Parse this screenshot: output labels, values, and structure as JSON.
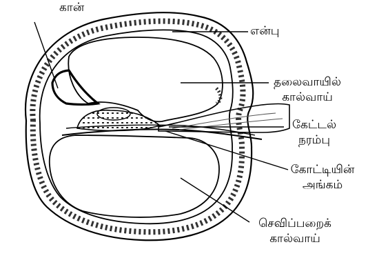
{
  "labels": {
    "kaan": "கான்",
    "enbu": "என்பு",
    "talaivayil_1": "தலைவாயில்",
    "talaivayil_2": "கால்வாய்",
    "kettal_1": "கேட்டல்",
    "kettal_2": "நரம்பு",
    "kortiyin_1": "கோட்டியின்",
    "kortiyin_2": "அங்கம்",
    "sevippaarai_1": "செவிப்பறைக்",
    "sevippaarai_2": "கால்வாய்"
  }
}
